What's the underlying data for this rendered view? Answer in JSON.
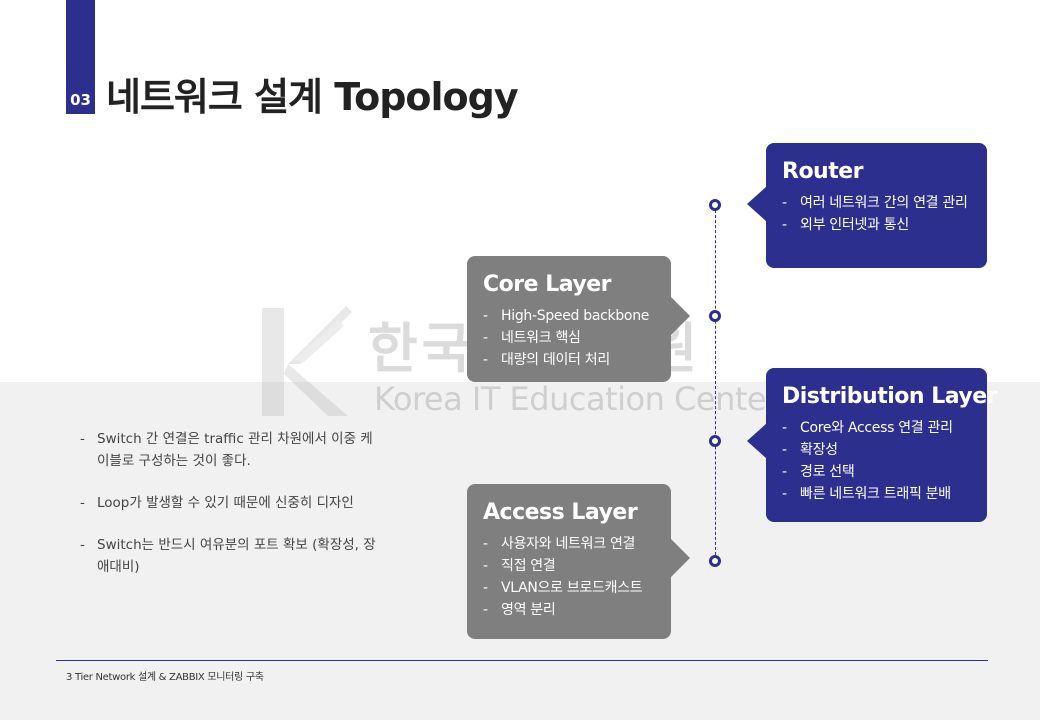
{
  "header": {
    "section_number": "03",
    "title": "네트워크 설계 Topology"
  },
  "watermark": {
    "korean": "한국IT교육원",
    "english": "Korea IT Education Center"
  },
  "notes": [
    "Switch 간 연결은 traffic 관리 차원에서 이중 케이블로 구성하는 것이 좋다.",
    "Loop가 발생할 수 있기 때문에 신중히 디자인",
    "Switch는 반드시 여유분의 포트 확보 (확장성, 장애대비)"
  ],
  "layers": {
    "router": {
      "title": "Router",
      "items": [
        "여러 네트워크 간의 연결 관리",
        "외부 인터넷과 통신"
      ]
    },
    "core": {
      "title": "Core Layer",
      "items": [
        "High-Speed backbone",
        "네트워크 핵심",
        "대량의 데이터 처리"
      ]
    },
    "distribution": {
      "title": "Distribution Layer",
      "items": [
        "Core와 Access 연결 관리",
        "확장성",
        "경로 선택",
        "빠른 네트워크 트래픽 분배"
      ]
    },
    "access": {
      "title": "Access Layer",
      "items": [
        "사용자와 네트워크 연결",
        "직접 연결",
        "VLAN으로 브로드캐스트",
        "영역 분리"
      ]
    }
  },
  "footer": {
    "text": "3 Tier Network 설계 & ZABBIX 모니터링 구축"
  },
  "colors": {
    "accent_blue": "#2d2f8f",
    "card_gray": "#7f7f7f",
    "band_gray": "#f1f1f1"
  }
}
